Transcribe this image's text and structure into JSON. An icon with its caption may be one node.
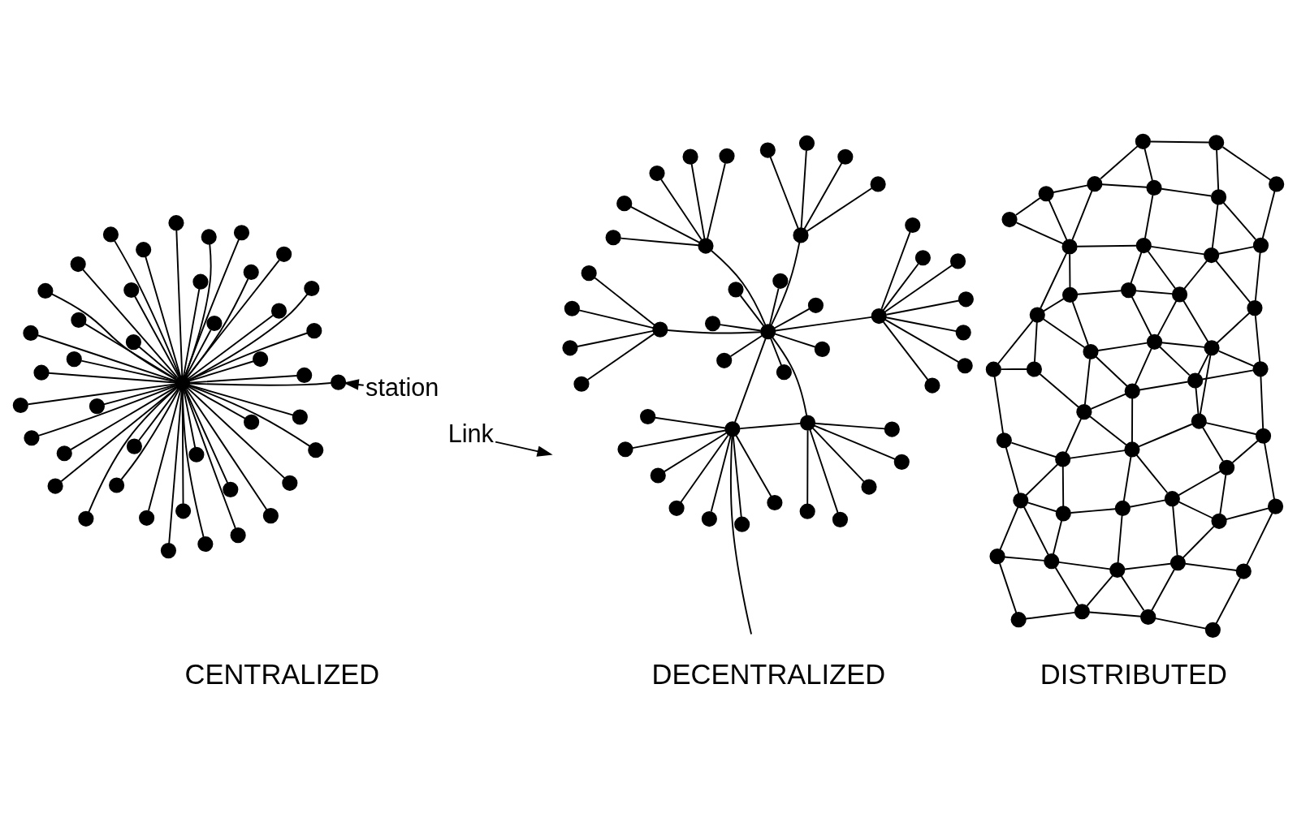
{
  "diagram": {
    "nodes": [
      {
        "text": [],
        "shape": "circle"
      },
      {
        "text": [],
        "shape": "circle"
      },
      {
        "text": [],
        "shape": "circle"
      },
      {
        "text": [],
        "shape": "circle"
      },
      {
        "text": [],
        "shape": "circle"
      },
      {
        "text": [],
        "shape": "circle"
      },
      {
        "text": [],
        "shape": "circle"
      },
      {
        "text": [],
        "shape": "circle"
      },
      {
        "text": [],
        "shape": "circle"
      },
      {
        "text": [],
        "shape": "circle"
      },
      {
        "text": [],
        "shape": "circle"
      },
      {
        "text": [],
        "shape": "circle"
      },
      {
        "text": [],
        "shape": "circle"
      },
      {
        "text": [],
        "shape": "circle"
      },
      {
        "text": [],
        "shape": "circle"
      },
      {
        "text": [],
        "shape": "circle"
      },
      {
        "text": [],
        "shape": "circle"
      },
      {
        "text": [],
        "shape": "circle"
      },
      {
        "text": [],
        "shape": "circle"
      },
      {
        "text": [],
        "shape": "circle"
      },
      {
        "text": [],
        "shape": "circle"
      },
      {
        "text": [],
        "shape": "circle"
      },
      {
        "text": [],
        "shape": "circle"
      },
      {
        "text": [],
        "shape": "circle"
      },
      {
        "text": [],
        "shape": "circle"
      },
      {
        "text": [],
        "shape": "circle"
      },
      {
        "text": [],
        "shape": "circle"
      },
      {
        "text": [],
        "shape": "circle"
      },
      {
        "text": [],
        "shape": "circle"
      },
      {
        "text": [],
        "shape": "circle"
      },
      {
        "text": [],
        "shape": "circle"
      },
      {
        "text": [],
        "shape": "circle"
      },
      {
        "text": [],
        "shape": "circle"
      },
      {
        "text": [],
        "shape": "circle"
      },
      {
        "text": [],
        "shape": "circle"
      },
      {
        "text": [],
        "shape": "circle"
      },
      {
        "text": [],
        "shape": "circle"
      },
      {
        "text": [],
        "shape": "circle"
      },
      {
        "text": [],
        "shape": "circle"
      },
      {
        "text": [],
        "shape": "circle"
      },
      {
        "text": [],
        "shape": "circle"
      },
      {
        "text": [],
        "shape": "circle"
      },
      {
        "text": [],
        "shape": "circle"
      },
      {
        "text": [],
        "shape": "circle"
      },
      {
        "text": [
          "station"
        ]
      },
      {
        "text": [
          "Link"
        ]
      },
      {
        "text": [],
        "shape": "circle"
      },
      {
        "text": [],
        "shape": "circle"
      },
      {
        "text": [],
        "shape": "circle"
      },
      {
        "text": [],
        "shape": "circle"
      },
      {
        "text": [],
        "shape": "circle"
      },
      {
        "text": [],
        "shape": "circle"
      },
      {
        "text": [],
        "shape": "circle"
      },
      {
        "text": [],
        "shape": "circle"
      },
      {
        "text": [],
        "shape": "circle"
      },
      {
        "text": [],
        "shape": "circle"
      },
      {
        "text": [],
        "shape": "circle"
      },
      {
        "text": [],
        "shape": "circle"
      },
      {
        "text": [],
        "shape": "circle"
      },
      {
        "text": [],
        "shape": "circle"
      },
      {
        "text": [],
        "shape": "circle"
      },
      {
        "text": [],
        "shape": "circle"
      },
      {
        "text": [],
        "shape": "circle"
      },
      {
        "text": [],
        "shape": "circle"
      },
      {
        "text": [],
        "shape": "circle"
      },
      {
        "text": [],
        "shape": "circle"
      },
      {
        "text": [],
        "shape": "circle"
      },
      {
        "text": [],
        "shape": "circle"
      },
      {
        "text": [],
        "shape": "circle"
      },
      {
        "text": [],
        "shape": "circle"
      },
      {
        "text": [],
        "shape": "circle"
      },
      {
        "text": [],
        "shape": "circle"
      },
      {
        "text": [],
        "shape": "circle"
      },
      {
        "text": [],
        "shape": "circle"
      },
      {
        "text": [],
        "shape": "circle"
      },
      {
        "text": [],
        "shape": "circle"
      },
      {
        "text": [],
        "shape": "circle"
      },
      {
        "text": [],
        "shape": "circle"
      },
      {
        "text": [],
        "shape": "circle"
      },
      {
        "text": [],
        "shape": "circle"
      },
      {
        "text": [],
        "shape": "circle"
      },
      {
        "text": [],
        "shape": "circle"
      },
      {
        "text": [],
        "shape": "circle"
      },
      {
        "text": [],
        "shape": "circle"
      },
      {
        "text": [],
        "shape": "circle"
      },
      {
        "text": [],
        "shape": "circle"
      },
      {
        "text": [],
        "shape": "circle"
      },
      {
        "text": [],
        "shape": "circle"
      },
      {
        "text": [],
        "shape": "circle"
      },
      {
        "text": [],
        "shape": "circle"
      },
      {
        "text": [],
        "shape": "circle"
      },
      {
        "text": [],
        "shape": "circle"
      },
      {
        "text": [],
        "shape": "circle"
      },
      {
        "text": [],
        "shape": "circle"
      },
      {
        "text": [],
        "shape": "circle"
      },
      {
        "text": [],
        "shape": "circle"
      },
      {
        "text": [],
        "shape": "circle"
      },
      {
        "text": [],
        "shape": "circle"
      },
      {
        "text": [],
        "shape": "circle"
      },
      {
        "text": [],
        "shape": "circle"
      },
      {
        "text": [],
        "shape": "circle"
      },
      {
        "text": [],
        "shape": "circle"
      },
      {
        "text": [],
        "shape": "circle"
      },
      {
        "text": [],
        "shape": "circle"
      },
      {
        "text": [],
        "shape": "circle"
      },
      {
        "text": [],
        "shape": "circle"
      },
      {
        "text": [],
        "shape": "circle"
      },
      {
        "text": [],
        "shape": "circle"
      },
      {
        "text": [],
        "shape": "circle"
      },
      {
        "text": [],
        "shape": "circle"
      },
      {
        "text": [],
        "shape": "circle"
      },
      {
        "text": [],
        "shape": "circle"
      },
      {
        "text": [],
        "shape": "circle"
      },
      {
        "text": [],
        "shape": "circle"
      },
      {
        "text": [],
        "shape": "circle"
      },
      {
        "text": [],
        "shape": "circle"
      },
      {
        "text": [],
        "shape": "circle"
      },
      {
        "text": [],
        "shape": "circle"
      },
      {
        "text": [],
        "shape": "circle"
      },
      {
        "text": [],
        "shape": "circle"
      },
      {
        "text": [],
        "shape": "circle"
      },
      {
        "text": [],
        "shape": "circle"
      },
      {
        "text": [],
        "shape": "circle"
      },
      {
        "text": [],
        "shape": "circle"
      },
      {
        "text": [],
        "shape": "circle"
      },
      {
        "text": [],
        "shape": "circle"
      },
      {
        "text": [],
        "shape": "circle"
      },
      {
        "text": [],
        "shape": "circle"
      },
      {
        "text": [],
        "shape": "circle"
      },
      {
        "text": [],
        "shape": "circle"
      },
      {
        "text": [],
        "shape": "circle"
      },
      {
        "text": [],
        "shape": "circle"
      },
      {
        "text": [],
        "shape": "circle"
      },
      {
        "text": [],
        "shape": "circle"
      },
      {
        "text": [],
        "shape": "circle"
      },
      {
        "text": [],
        "shape": "circle"
      },
      {
        "text": [],
        "shape": "circle"
      },
      {
        "text": [],
        "shape": "circle"
      },
      {
        "text": [],
        "shape": "circle"
      }
    ],
    "edges": [
      {
        "from": 0,
        "to": 1,
        "arrow": "none"
      },
      {
        "from": 0,
        "to": 2,
        "arrow": "none"
      },
      {
        "from": 0,
        "to": 3,
        "arrow": "none"
      },
      {
        "from": 0,
        "to": 4,
        "arrow": "none"
      },
      {
        "from": 0,
        "to": 5,
        "arrow": "none"
      },
      {
        "from": 0,
        "to": 6,
        "arrow": "none"
      },
      {
        "from": 0,
        "to": 7,
        "arrow": "none"
      },
      {
        "from": 0,
        "to": 8,
        "arrow": "none"
      },
      {
        "from": 0,
        "to": 9,
        "arrow": "none"
      },
      {
        "from": 0,
        "to": 10,
        "arrow": "none"
      },
      {
        "from": 0,
        "to": 11,
        "arrow": "none"
      },
      {
        "from": 0,
        "to": 12,
        "arrow": "none"
      },
      {
        "from": 0,
        "to": 13,
        "arrow": "none"
      },
      {
        "from": 0,
        "to": 14,
        "arrow": "none"
      },
      {
        "from": 0,
        "to": 15,
        "arrow": "none"
      },
      {
        "from": 0,
        "to": 16,
        "arrow": "none"
      },
      {
        "from": 0,
        "to": 17,
        "arrow": "none"
      },
      {
        "from": 0,
        "to": 18,
        "arrow": "none"
      },
      {
        "from": 0,
        "to": 19,
        "arrow": "none"
      },
      {
        "from": 0,
        "to": 20,
        "arrow": "none"
      },
      {
        "from": 0,
        "to": 21,
        "arrow": "none"
      },
      {
        "from": 0,
        "to": 22,
        "arrow": "none"
      },
      {
        "from": 0,
        "to": 23,
        "arrow": "none"
      },
      {
        "from": 0,
        "to": 24,
        "arrow": "none"
      },
      {
        "from": 0,
        "to": 25,
        "arrow": "none"
      },
      {
        "from": 0,
        "to": 26,
        "arrow": "none"
      },
      {
        "from": 0,
        "to": 27,
        "arrow": "none"
      },
      {
        "from": 0,
        "to": 28,
        "arrow": "none"
      },
      {
        "from": 0,
        "to": 29,
        "arrow": "none"
      },
      {
        "from": 0,
        "to": 30,
        "arrow": "none"
      },
      {
        "from": 0,
        "to": 31,
        "arrow": "none"
      },
      {
        "from": 0,
        "to": 32,
        "arrow": "none"
      },
      {
        "from": 0,
        "to": 33,
        "arrow": "none"
      },
      {
        "from": 0,
        "to": 34,
        "arrow": "none"
      },
      {
        "from": 0,
        "to": 35,
        "arrow": "none"
      },
      {
        "from": 0,
        "to": 36,
        "arrow": "none"
      },
      {
        "from": 0,
        "to": 37,
        "arrow": "none"
      },
      {
        "from": 0,
        "to": 38,
        "arrow": "none"
      },
      {
        "from": 0,
        "to": 39,
        "arrow": "none"
      },
      {
        "from": 0,
        "to": 40,
        "arrow": "none"
      },
      {
        "from": 0,
        "to": 41,
        "arrow": "none"
      },
      {
        "from": 0,
        "to": 42,
        "arrow": "none"
      },
      {
        "from": 0,
        "to": 43,
        "arrow": "none"
      },
      {
        "from": 44,
        "to": 43,
        "arrow": "to"
      },
      {
        "from": 45,
        "to": null,
        "arrow": "to"
      },
      {
        "from": 46,
        "to": 47,
        "arrow": "none"
      },
      {
        "from": 46,
        "to": 48,
        "arrow": "none"
      },
      {
        "from": 46,
        "to": 49,
        "arrow": "none"
      },
      {
        "from": 46,
        "to": 50,
        "arrow": "none"
      },
      {
        "from": 46,
        "to": 51,
        "arrow": "none"
      },
      {
        "from": 46,
        "to": 52,
        "arrow": "none"
      },
      {
        "from": 46,
        "to": 53,
        "arrow": "none"
      },
      {
        "from": 46,
        "to": null,
        "arrow": "none"
      },
      {
        "from": 46,
        "to": 54,
        "arrow": "none"
      },
      {
        "from": 46,
        "to": 60,
        "arrow": "none"
      },
      {
        "from": 54,
        "to": 55,
        "arrow": "none"
      },
      {
        "from": 54,
        "to": 56,
        "arrow": "none"
      },
      {
        "from": 54,
        "to": 57,
        "arrow": "none"
      },
      {
        "from": 54,
        "to": 58,
        "arrow": "none"
      },
      {
        "from": 54,
        "to": 59,
        "arrow": "none"
      },
      {
        "from": 54,
        "to": 60,
        "arrow": "none"
      },
      {
        "from": 60,
        "to": 61,
        "arrow": "none"
      },
      {
        "from": 60,
        "to": 62,
        "arrow": "none"
      },
      {
        "from": 60,
        "to": 63,
        "arrow": "none"
      },
      {
        "from": 60,
        "to": 64,
        "arrow": "none"
      },
      {
        "from": 60,
        "to": 65,
        "arrow": "none"
      },
      {
        "from": 60,
        "to": 66,
        "arrow": "none"
      },
      {
        "from": 60,
        "to": 67,
        "arrow": "none"
      },
      {
        "from": 60,
        "to": 68,
        "arrow": "none"
      },
      {
        "from": 60,
        "to": 76,
        "arrow": "none"
      },
      {
        "from": 60,
        "to": 81,
        "arrow": "none"
      },
      {
        "from": 60,
        "to": 86,
        "arrow": "none"
      },
      {
        "from": 68,
        "to": 69,
        "arrow": "none"
      },
      {
        "from": 68,
        "to": 70,
        "arrow": "none"
      },
      {
        "from": 68,
        "to": 71,
        "arrow": "none"
      },
      {
        "from": 68,
        "to": 72,
        "arrow": "none"
      },
      {
        "from": 68,
        "to": 73,
        "arrow": "none"
      },
      {
        "from": 68,
        "to": 74,
        "arrow": "none"
      },
      {
        "from": 68,
        "to": 75,
        "arrow": "none"
      },
      {
        "from": 76,
        "to": 77,
        "arrow": "none"
      },
      {
        "from": 76,
        "to": 78,
        "arrow": "none"
      },
      {
        "from": 76,
        "to": 79,
        "arrow": "none"
      },
      {
        "from": 76,
        "to": 80,
        "arrow": "none"
      },
      {
        "from": 81,
        "to": 82,
        "arrow": "none"
      },
      {
        "from": 81,
        "to": 83,
        "arrow": "none"
      },
      {
        "from": 81,
        "to": 84,
        "arrow": "none"
      },
      {
        "from": 81,
        "to": 85,
        "arrow": "none"
      },
      {
        "from": 86,
        "to": 87,
        "arrow": "none"
      },
      {
        "from": 86,
        "to": 88,
        "arrow": "none"
      },
      {
        "from": 86,
        "to": 89,
        "arrow": "none"
      },
      {
        "from": 86,
        "to": 90,
        "arrow": "none"
      },
      {
        "from": 86,
        "to": 91,
        "arrow": "none"
      },
      {
        "from": 92,
        "to": 93,
        "arrow": "none"
      },
      {
        "from": 92,
        "to": 96,
        "arrow": "none"
      },
      {
        "from": 93,
        "to": 94,
        "arrow": "none"
      },
      {
        "from": 94,
        "to": 95,
        "arrow": "none"
      },
      {
        "from": 95,
        "to": 97,
        "arrow": "none"
      },
      {
        "from": 96,
        "to": 101,
        "arrow": "none"
      },
      {
        "from": 96,
        "to": 98,
        "arrow": "none"
      },
      {
        "from": 93,
        "to": 98,
        "arrow": "none"
      },
      {
        "from": 93,
        "to": 99,
        "arrow": "none"
      },
      {
        "from": 94,
        "to": 99,
        "arrow": "none"
      },
      {
        "from": 94,
        "to": 100,
        "arrow": "none"
      },
      {
        "from": 97,
        "to": 100,
        "arrow": "none"
      },
      {
        "from": 97,
        "to": 102,
        "arrow": "none"
      },
      {
        "from": 98,
        "to": 99,
        "arrow": "none"
      },
      {
        "from": 99,
        "to": 100,
        "arrow": "none"
      },
      {
        "from": 100,
        "to": 102,
        "arrow": "none"
      },
      {
        "from": 98,
        "to": 103,
        "arrow": "none"
      },
      {
        "from": 98,
        "to": 104,
        "arrow": "none"
      },
      {
        "from": 99,
        "to": 105,
        "arrow": "none"
      },
      {
        "from": 100,
        "to": 106,
        "arrow": "none"
      },
      {
        "from": 101,
        "to": 103,
        "arrow": "none"
      },
      {
        "from": 101,
        "to": 109,
        "arrow": "none"
      },
      {
        "from": 102,
        "to": 106,
        "arrow": "none"
      },
      {
        "from": 102,
        "to": 108,
        "arrow": "none"
      },
      {
        "from": 102,
        "to": 110,
        "arrow": "none"
      },
      {
        "from": 103,
        "to": 104,
        "arrow": "none"
      },
      {
        "from": 103,
        "to": 107,
        "arrow": "none"
      },
      {
        "from": 104,
        "to": 105,
        "arrow": "none"
      },
      {
        "from": 104,
        "to": 107,
        "arrow": "none"
      },
      {
        "from": 104,
        "to": 111,
        "arrow": "none"
      },
      {
        "from": 105,
        "to": 111,
        "arrow": "none"
      },
      {
        "from": 105,
        "to": 106,
        "arrow": "none"
      },
      {
        "from": 106,
        "to": 108,
        "arrow": "none"
      },
      {
        "from": 107,
        "to": 109,
        "arrow": "none"
      },
      {
        "from": 107,
        "to": 112,
        "arrow": "none"
      },
      {
        "from": 108,
        "to": 111,
        "arrow": "none"
      },
      {
        "from": 108,
        "to": 114,
        "arrow": "none"
      },
      {
        "from": 108,
        "to": 110,
        "arrow": "none"
      },
      {
        "from": 109,
        "to": 112,
        "arrow": "none"
      },
      {
        "from": 109,
        "to": 118,
        "arrow": "none"
      },
      {
        "from": 110,
        "to": 113,
        "arrow": "none"
      },
      {
        "from": 111,
        "to": 112,
        "arrow": "none"
      },
      {
        "from": 111,
        "to": 114,
        "arrow": "none"
      },
      {
        "from": 111,
        "to": 117,
        "arrow": "none"
      },
      {
        "from": 112,
        "to": 116,
        "arrow": "none"
      },
      {
        "from": 112,
        "to": 123,
        "arrow": "none"
      },
      {
        "from": 113,
        "to": 120,
        "arrow": "none"
      },
      {
        "from": 114,
        "to": 115,
        "arrow": "none"
      },
      {
        "from": 114,
        "to": 119,
        "arrow": "none"
      },
      {
        "from": 115,
        "to": 113,
        "arrow": "none"
      },
      {
        "from": 115,
        "to": 120,
        "arrow": "none"
      },
      {
        "from": 116,
        "to": 117,
        "arrow": "none"
      },
      {
        "from": 116,
        "to": 118,
        "arrow": "none"
      },
      {
        "from": 116,
        "to": 121,
        "arrow": "none"
      },
      {
        "from": 116,
        "to": 123,
        "arrow": "none"
      },
      {
        "from": 117,
        "to": 114,
        "arrow": "none"
      },
      {
        "from": 117,
        "to": 119,
        "arrow": "none"
      },
      {
        "from": 117,
        "to": 121,
        "arrow": "none"
      },
      {
        "from": 118,
        "to": 123,
        "arrow": "none"
      },
      {
        "from": 118,
        "to": 126,
        "arrow": "none"
      },
      {
        "from": 119,
        "to": 120,
        "arrow": "none"
      },
      {
        "from": 119,
        "to": 121,
        "arrow": "none"
      },
      {
        "from": 119,
        "to": 122,
        "arrow": "none"
      },
      {
        "from": 120,
        "to": 122,
        "arrow": "none"
      },
      {
        "from": 120,
        "to": 128,
        "arrow": "none"
      },
      {
        "from": 121,
        "to": 123,
        "arrow": "none"
      },
      {
        "from": 121,
        "to": 124,
        "arrow": "none"
      },
      {
        "from": 121,
        "to": 125,
        "arrow": "none"
      },
      {
        "from": 122,
        "to": 125,
        "arrow": "none"
      },
      {
        "from": 122,
        "to": 128,
        "arrow": "none"
      },
      {
        "from": 123,
        "to": 124,
        "arrow": "none"
      },
      {
        "from": 123,
        "to": 126,
        "arrow": "none"
      },
      {
        "from": 124,
        "to": 125,
        "arrow": "none"
      },
      {
        "from": 124,
        "to": 127,
        "arrow": "none"
      },
      {
        "from": 124,
        "to": 130,
        "arrow": "none"
      },
      {
        "from": 125,
        "to": 127,
        "arrow": "none"
      },
      {
        "from": 126,
        "to": 130,
        "arrow": "none"
      },
      {
        "from": 126,
        "to": 133,
        "arrow": "none"
      },
      {
        "from": 127,
        "to": 128,
        "arrow": "none"
      },
      {
        "from": 127,
        "to": 135,
        "arrow": "none"
      },
      {
        "from": 127,
        "to": 130,
        "arrow": "none"
      },
      {
        "from": 128,
        "to": 129,
        "arrow": "none"
      },
      {
        "from": 128,
        "to": 131,
        "arrow": "none"
      },
      {
        "from": 128,
        "to": 132,
        "arrow": "none"
      },
      {
        "from": 129,
        "to": 131,
        "arrow": "none"
      },
      {
        "from": 130,
        "to": 133,
        "arrow": "none"
      },
      {
        "from": 130,
        "to": 134,
        "arrow": "none"
      },
      {
        "from": 131,
        "to": 132,
        "arrow": "none"
      },
      {
        "from": 132,
        "to": 135,
        "arrow": "none"
      },
      {
        "from": 132,
        "to": 136,
        "arrow": "none"
      },
      {
        "from": 133,
        "to": 134,
        "arrow": "none"
      },
      {
        "from": 134,
        "to": 135,
        "arrow": "none"
      },
      {
        "from": 135,
        "to": 136,
        "arrow": "none"
      },
      {
        "from": 133,
        "to": 137,
        "arrow": "none"
      },
      {
        "from": 137,
        "to": 138,
        "arrow": "none"
      },
      {
        "from": 134,
        "to": 138,
        "arrow": "none"
      },
      {
        "from": 138,
        "to": 136,
        "arrow": "none"
      }
    ],
    "labels": [
      "CENTRALIZED",
      "DECENTRALIZED",
      "DISTRIBUTED"
    ]
  }
}
